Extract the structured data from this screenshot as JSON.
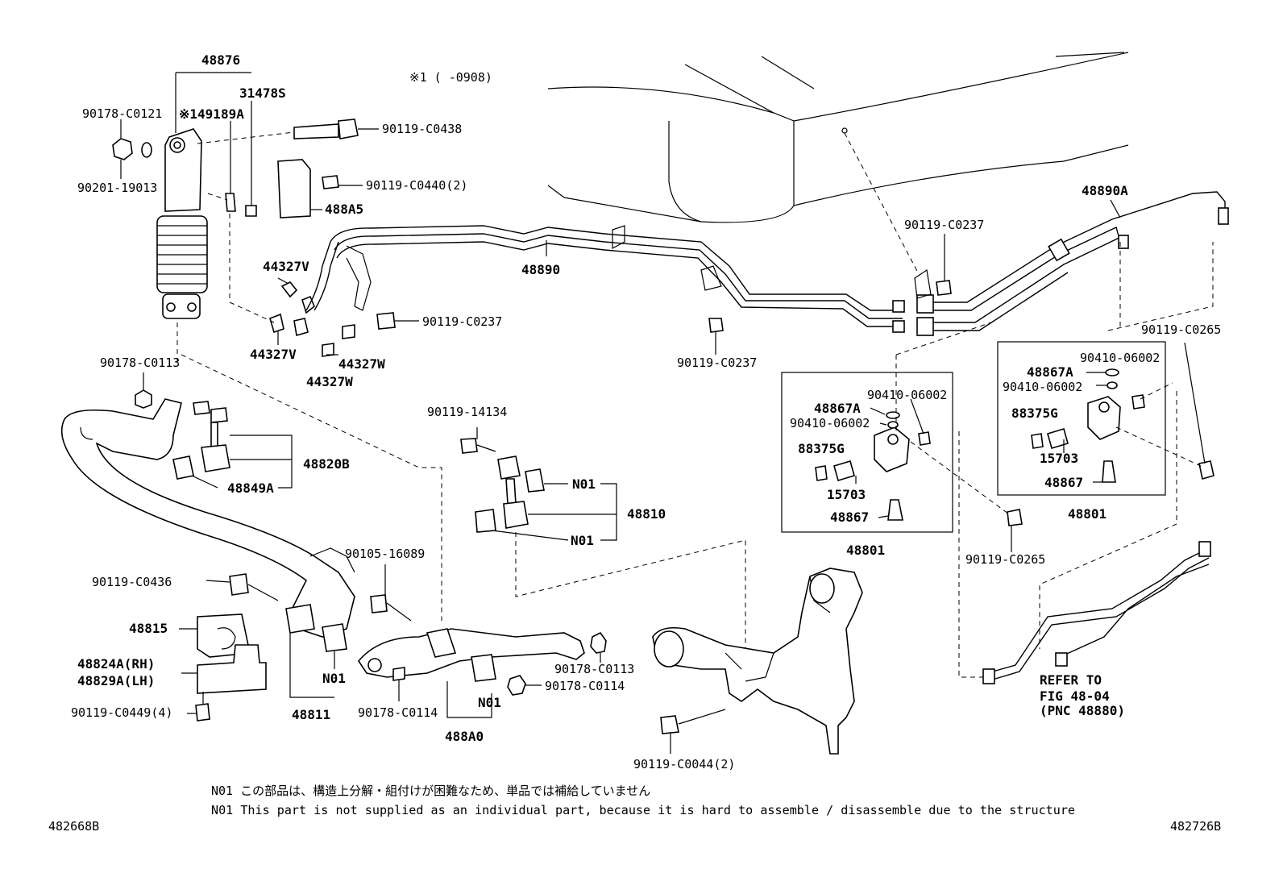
{
  "labels": {
    "p48876": "48876",
    "p31478S": "31478S",
    "p90178_C0121": "90178-C0121",
    "p49189A": "※149189A",
    "p90201_19013": "90201-19013",
    "p90119_C0438": "90119-C0438",
    "p90119_C0440": "90119-C0440(2)",
    "p488A5": "488A5",
    "p44327V_a": "44327V",
    "p44327V_b": "44327V",
    "p44327W_a": "44327W",
    "p44327W_b": "44327W",
    "p90119_C0237_a": "90119-C0237",
    "p48890": "48890",
    "p90119_C0237_b": "90119-C0237",
    "p90119_C0237_c": "90119-C0237",
    "p48890A": "48890A",
    "p90119_C0265_a": "90119-C0265",
    "p90410_06002_a": "90410-06002",
    "p48867A_a": "48867A",
    "p90410_06002_b": "90410-06002",
    "p88375G_a": "88375G",
    "p15703_a": "15703",
    "p48867_a": "48867",
    "p48801_a": "48801",
    "p90410_06002_c": "90410-06002",
    "p48867A_b": "48867A",
    "p90410_06002_d": "90410-06002",
    "p88375G_b": "88375G",
    "p15703_b": "15703",
    "p48867_b": "48867",
    "p48801_b": "48801",
    "p90119_C0265_b": "90119-C0265",
    "p90178_C0113_a": "90178-C0113",
    "p48820B": "48820B",
    "p48849A": "48849A",
    "p90119_14134": "90119-14134",
    "p N01_a": "N01",
    "p48810": "48810",
    "pN01_b": "N01",
    "p90105_16089": "90105-16089",
    "p90119_C0436": "90119-C0436",
    "p48815": "48815",
    "p48824A": "48824A(RH)",
    "p48829A": "48829A(LH)",
    "p90119_C0449": "90119-C0449(4)",
    "pN01_c": "N01",
    "p48811": "48811",
    "p90178_C0114_a": "90178-C0114",
    "pN01_d": "N01",
    "p488A0": "488A0",
    "p90178_C0113_b": "90178-C0113",
    "p90178_C0114_b": "90178-C0114",
    "p90119_C0044": "90119-C0044(2)",
    "refer1": "REFER TO",
    "refer2": "FIG 48-04",
    "refer3": "(PNC 48880)",
    "note1": "※1 (     -0908)",
    "pN01_a": "N01"
  },
  "notes": {
    "jp": "N01 この部品は、構造上分解・組付けが困難なため、単品では補給していません",
    "en": "N01 This part is not supplied as an individual part, because it is hard to assemble / disassemble due to the structure"
  },
  "codes": {
    "left": "482668B",
    "right": "482726B"
  }
}
